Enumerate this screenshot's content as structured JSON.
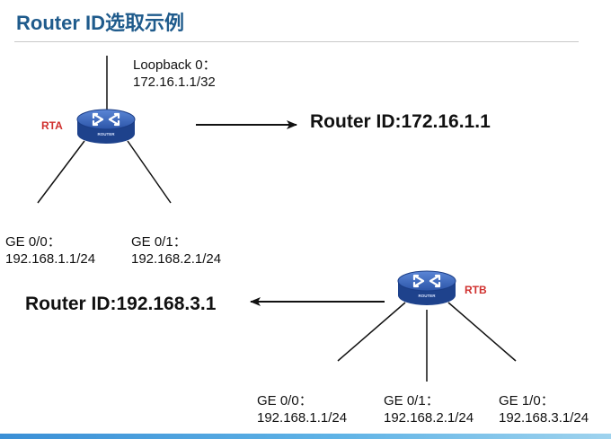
{
  "title": "Router ID选取示例",
  "rta": {
    "name": "RTA",
    "device_text": "ROUTER",
    "loopback": [
      "Loopback 0：",
      "172.16.1.1/32"
    ],
    "ge00": [
      "GE 0/0：",
      "192.168.1.1/24"
    ],
    "ge01": [
      "GE 0/1：",
      "192.168.2.1/24"
    ],
    "router_id": "Router ID:172.16.1.1"
  },
  "rtb": {
    "name": "RTB",
    "device_text": "ROUTER",
    "ge00": [
      "GE 0/0：",
      "192.168.1.1/24"
    ],
    "ge01": [
      "GE 0/1：",
      "192.168.2.1/24"
    ],
    "ge10": [
      "GE 1/0：",
      "192.168.3.1/24"
    ],
    "router_id": "Router ID:192.168.3.1"
  },
  "colors": {
    "title": "#1f5b8c",
    "router_name": "#d0302e",
    "router_body": "#2c55a8"
  }
}
